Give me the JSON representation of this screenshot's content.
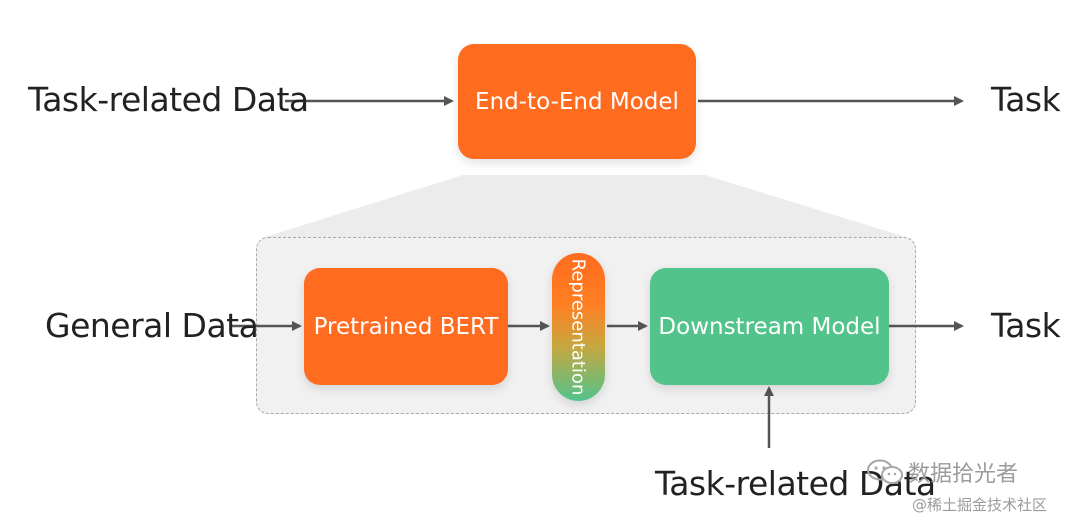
{
  "top": {
    "input_label": "Task-related Data",
    "model_label": "End-to-End Model",
    "output_label": "Task"
  },
  "bottom": {
    "input_label": "General Data",
    "pretrained_label": "Pretrained BERT",
    "representation_label": "Representation",
    "downstream_label": "Downstream Model",
    "output_label": "Task",
    "extra_input_label": "Task-related Data"
  },
  "watermark": {
    "line1": "数据拾光者",
    "line2": "@稀土掘金技术社区"
  },
  "colors": {
    "orange": "#ff6b1f",
    "green": "#52c38b",
    "arrow": "#555555",
    "frame": "#f1f1f1"
  }
}
